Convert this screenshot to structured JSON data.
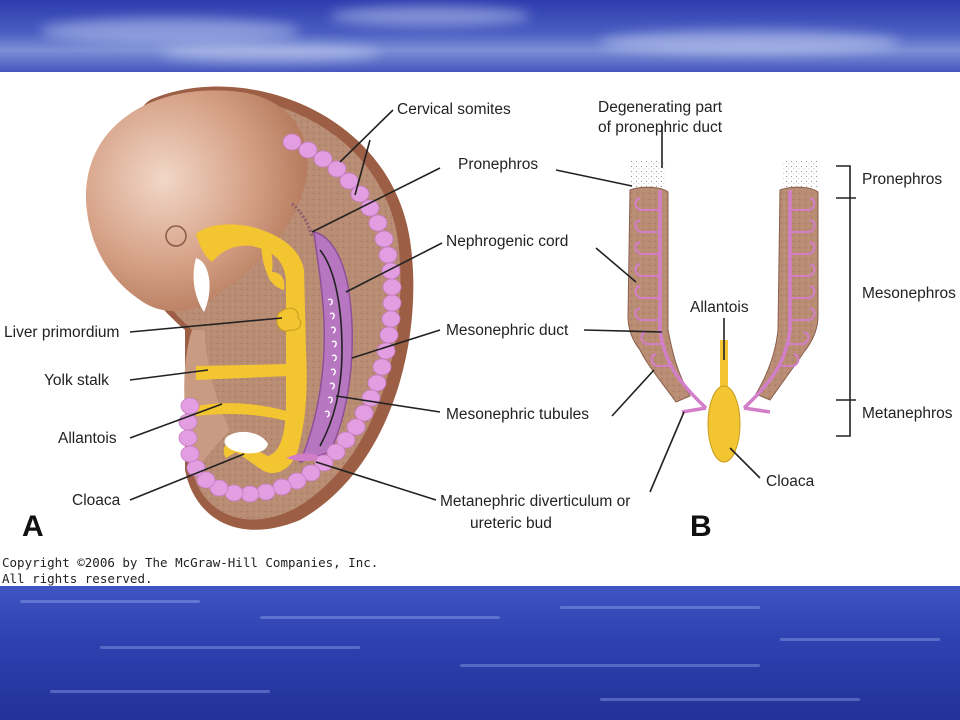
{
  "figure_a": {
    "letter": "A",
    "labels": {
      "cervical_somites": "Cervical somites",
      "pronephros": "Pronephros",
      "nephrogenic_cord": "Nephrogenic cord",
      "mesonephric_duct": "Mesonephric duct",
      "mesonephric_tubules": "Mesonephric tubules",
      "metanephric_line1": "Metanephric diverticulum or",
      "metanephric_line2": "ureteric bud",
      "liver_primordium": "Liver primordium",
      "yolk_stalk": "Yolk stalk",
      "allantois": "Allantois",
      "cloaca": "Cloaca"
    }
  },
  "figure_b": {
    "letter": "B",
    "labels": {
      "degenerating_line1": "Degenerating part",
      "degenerating_line2": "of pronephric duct",
      "allantois": "Allantois",
      "cloaca": "Cloaca",
      "pronephros": "Pronephros",
      "mesonephros": "Mesonephros",
      "metanephros": "Metanephros"
    }
  },
  "copyright": {
    "line1": "Copyright ©2006 by The McGraw-Hill Companies, Inc.",
    "line2": "All rights reserved."
  },
  "colors": {
    "embryo_skin": "#c9967a",
    "tissue": "#b98c74",
    "somite": "#e29ee0",
    "gut": "#f2c531",
    "duct": "#d27ec9"
  }
}
